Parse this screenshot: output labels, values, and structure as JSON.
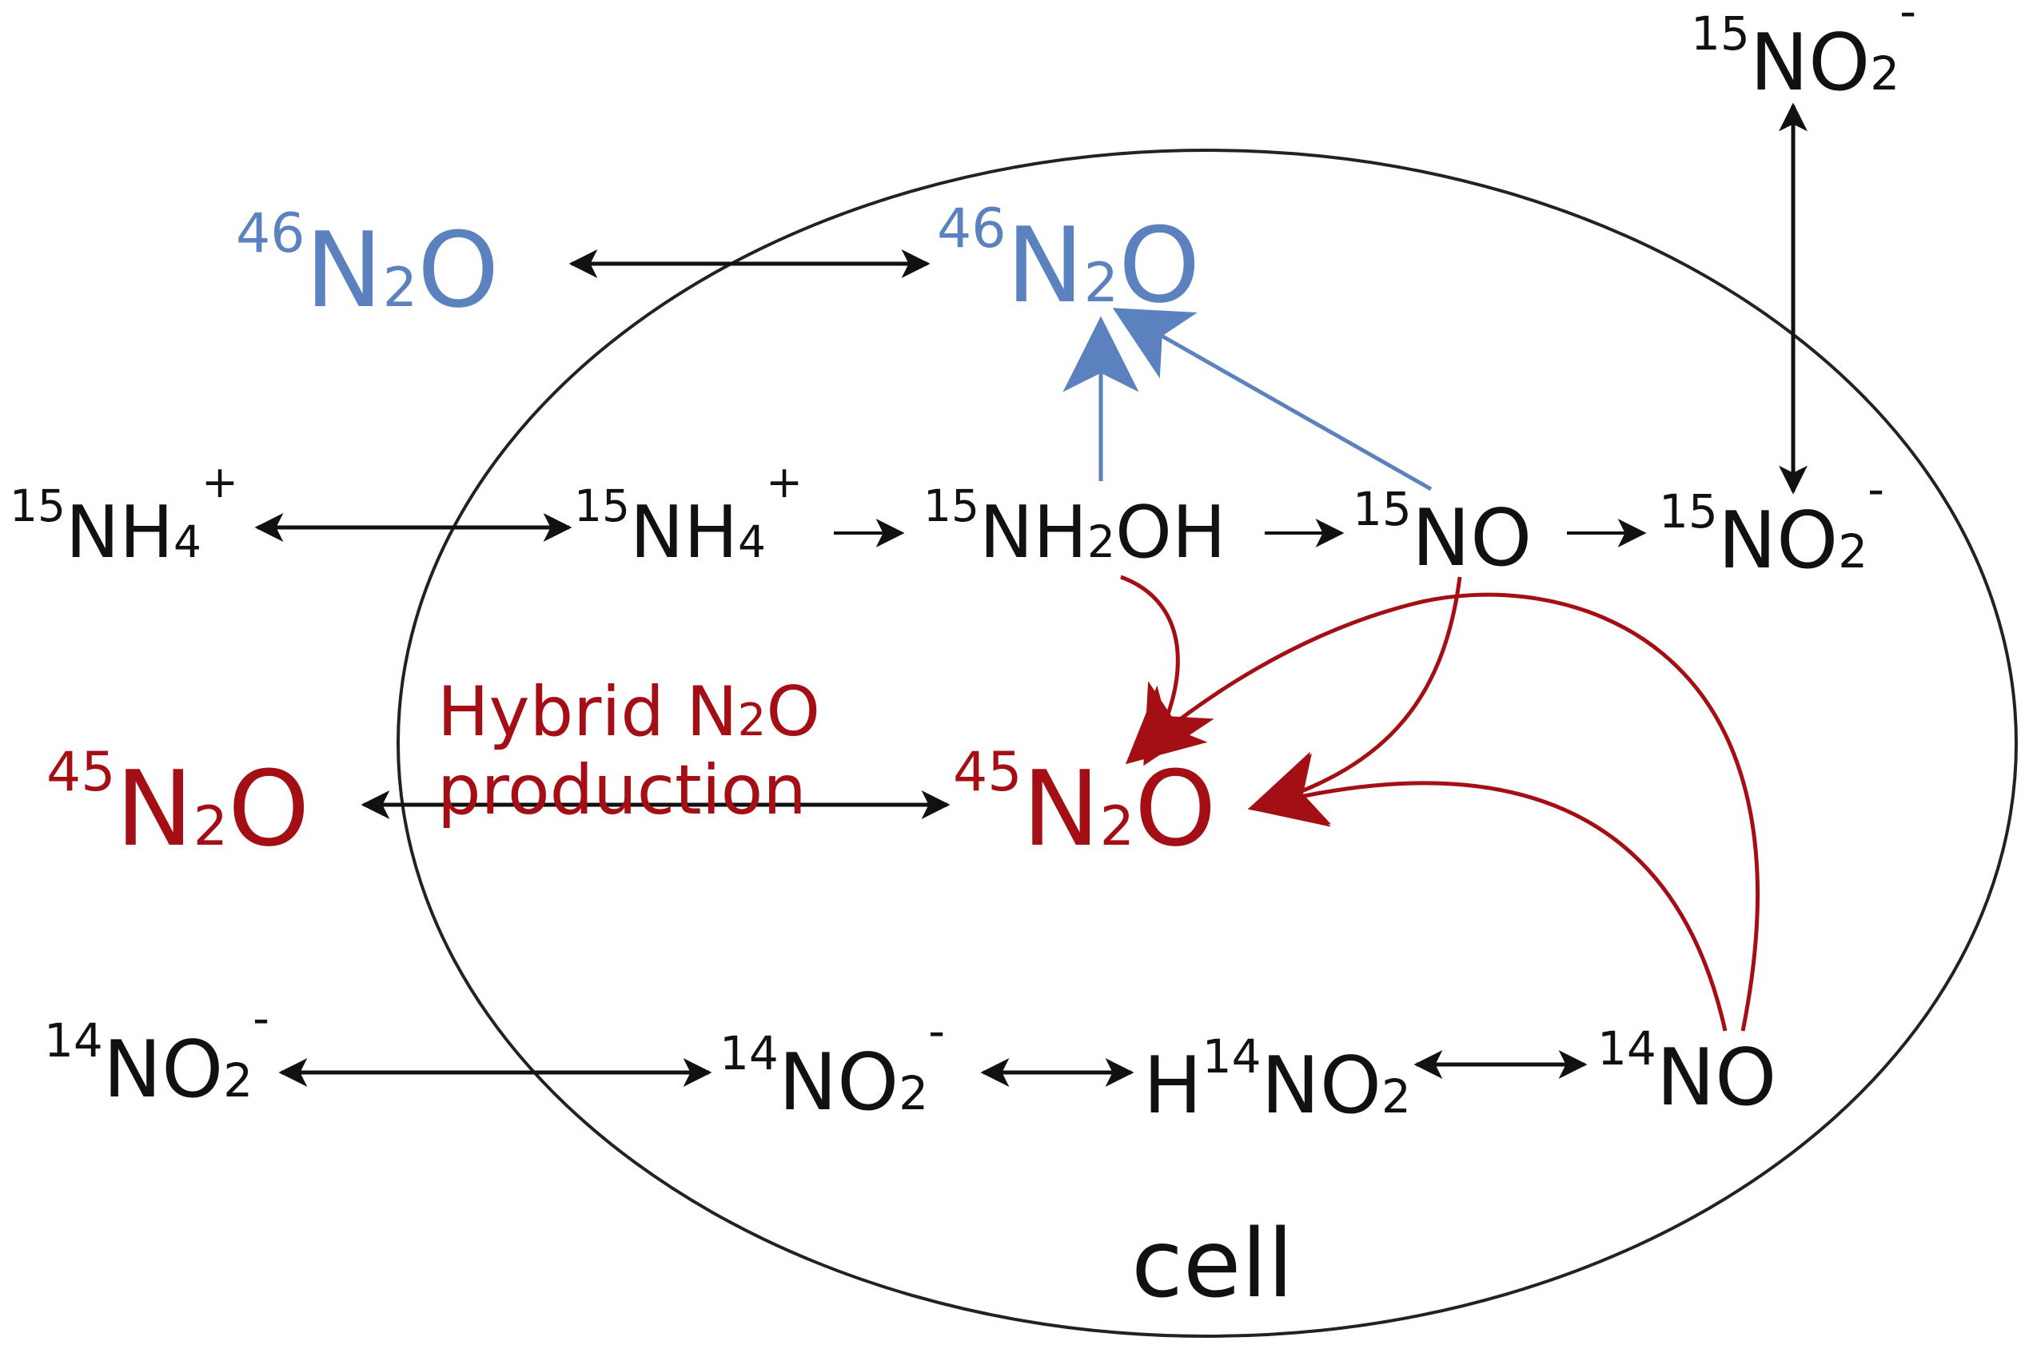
{
  "labels": {
    "n2o46_out": "N",
    "n2o46_in": "N",
    "n2o45_out": "N",
    "n2o45_in": "N",
    "nh4_out": "NH",
    "nh4_in": "NH",
    "nh2oh": "NH",
    "no15": "NO",
    "no2_15_in": "NO",
    "no2_15_top": "NO",
    "no2_14_out": "NO",
    "no2_14_in": "NO",
    "hno2": "NO",
    "no14": "NO",
    "hybrid_line1": "Hybrid N",
    "hybrid_line2": "production",
    "cell": "cell"
  },
  "sup": {
    "m46": "46",
    "m45": "45",
    "n15": "15",
    "n14": "14",
    "plus": "+",
    "minus": "-"
  },
  "sub": {
    "two": "2",
    "four": "4",
    "o": "O",
    "oh": "OH",
    "h": "H"
  },
  "colors": {
    "black": "#111111",
    "blue": "#5b82bf",
    "red": "#a30f14"
  }
}
